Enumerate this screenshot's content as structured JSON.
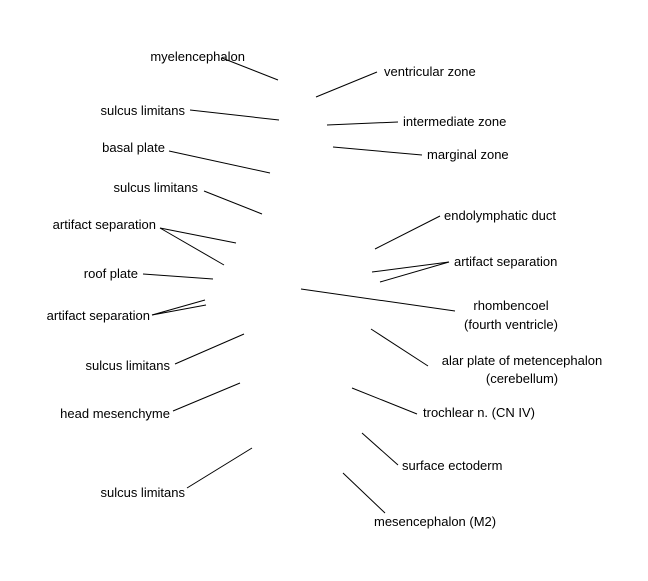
{
  "labels": {
    "left": [
      "myelencephalon",
      "sulcus limitans",
      "basal plate",
      "sulcus limitans",
      "artifact separation",
      "roof plate",
      "artifact separation",
      "sulcus limitans",
      "head mesenchyme",
      "sulcus limitans"
    ],
    "right": [
      "ventricular zone",
      "intermediate zone",
      "marginal zone",
      "endolymphatic duct",
      "artifact separation",
      "rhombencoel",
      "(fourth ventricle)",
      "alar plate of metencephalon",
      "(cerebellum)",
      "trochlear n. (CN IV)",
      "surface ectoderm",
      "mesencephalon (M2)"
    ]
  },
  "colors": {
    "text": "#000000",
    "lines": "#000000",
    "background": "#ffffff"
  }
}
